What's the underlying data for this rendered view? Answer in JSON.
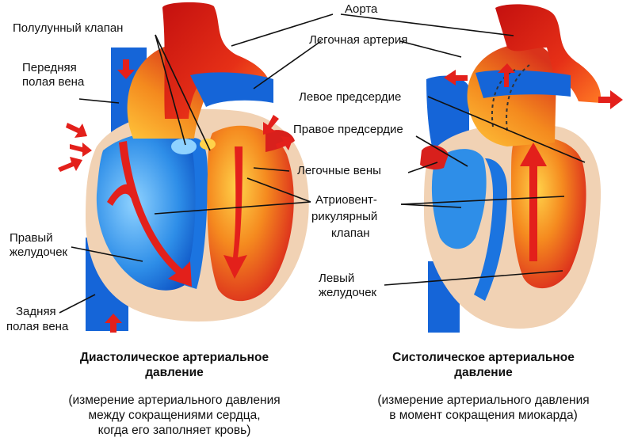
{
  "labels": {
    "aorta": "Аорта",
    "semilunar_valve": "Полулунный клапан",
    "pulmonary_artery": "Легочная артерия",
    "anterior_vena_cava_1": "Передняя",
    "anterior_vena_cava_2": "полая вена",
    "left_atrium": "Левое предсердие",
    "right_atrium": "Правое предсердие",
    "pulmonary_veins": "Легочные вены",
    "av_valve_1": "Атриовент-",
    "av_valve_2": "рикулярный",
    "av_valve_3": "клапан",
    "right_ventricle_1": "Правый",
    "right_ventricle_2": "желудочек",
    "left_ventricle_1": "Левый",
    "left_ventricle_2": "желудочек",
    "posterior_vena_cava_1": "Задняя",
    "posterior_vena_cava_2": "полая вена"
  },
  "captions": {
    "diastolic": {
      "title_1": "Диастолическое артериальное",
      "title_2": "давление",
      "sub_1": "(измерение артериального давления",
      "sub_2": "между сокращениями сердца,",
      "sub_3": "когда его заполняет кровь)"
    },
    "systolic": {
      "title_1": "Систолическое артериальное",
      "title_2": "давление",
      "sub_1": "(измерение артериального давления",
      "sub_2": "в момент сокращения миокарда)"
    }
  },
  "colors": {
    "deoxygenated_blue": "#1565d8",
    "oxygenated_red": "#d8201c",
    "muscle_tan": "#f1d2b4",
    "arrow_red": "#e3201b"
  }
}
